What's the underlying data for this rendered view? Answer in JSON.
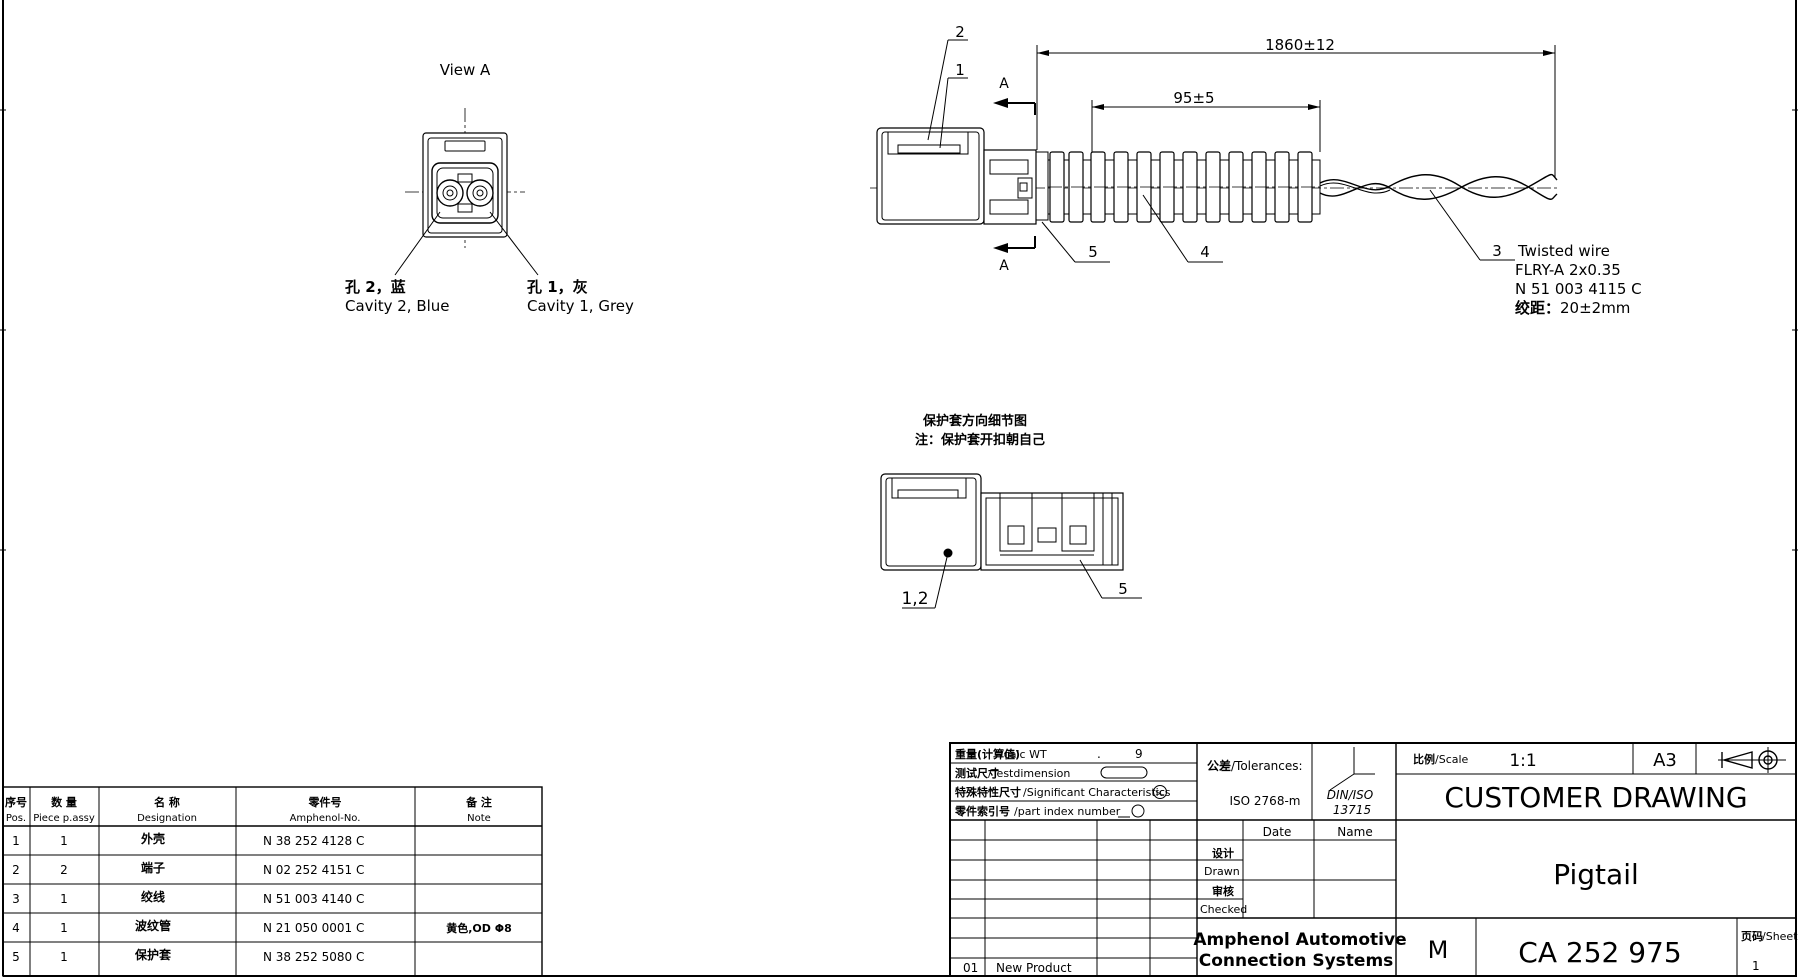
{
  "view_a": {
    "title": "View A",
    "cavity2_cn": "孔 2，蓝",
    "cavity2_en": "Cavity 2, Blue",
    "cavity1_cn": "孔 1，灰",
    "cavity1_en": "Cavity 1, Grey"
  },
  "side_view": {
    "section_label_top": "A",
    "section_label_bottom": "A",
    "dim_total": "1860±12",
    "dim_tube": "95±5",
    "balloons": [
      "1",
      "2",
      "3",
      "4",
      "5"
    ],
    "wire_title": "Twisted wire",
    "wire_spec": "FLRY-A 2x0.35",
    "wire_part": "N 51 003 4115 C",
    "wire_pitch_label": "绞距：",
    "wire_pitch_value": "20±2mm"
  },
  "detail_view": {
    "title_line1": "保护套方向细节图",
    "title_line2": "注：保护套开扣朝自己",
    "balloon_left": "1,2",
    "balloon_right": "5"
  },
  "bom": {
    "headers": [
      {
        "cn": "序号",
        "en": "Pos."
      },
      {
        "cn": "数 量",
        "en": "Piece p.assy"
      },
      {
        "cn": "名 称",
        "en": "Designation"
      },
      {
        "cn": "零件号",
        "en": "Amphenol-No."
      },
      {
        "cn": "备 注",
        "en": "Note"
      }
    ],
    "rows": [
      {
        "pos": "1",
        "qty": "1",
        "name": "外壳",
        "part": "N 38 252 4128 C",
        "note": ""
      },
      {
        "pos": "2",
        "qty": "2",
        "name": "端子",
        "part": "N 02 252 4151 C",
        "note": ""
      },
      {
        "pos": "3",
        "qty": "1",
        "name": "绞线",
        "part": "N 51 003 4140 C",
        "note": ""
      },
      {
        "pos": "4",
        "qty": "1",
        "name": "波纹管",
        "part": "N 21 050 0001 C",
        "note": "黄色,OD Φ8"
      },
      {
        "pos": "5",
        "qty": "1",
        "name": "保护套",
        "part": "N 38 252 5080 C",
        "note": ""
      }
    ]
  },
  "title_block": {
    "calc_wt_cn": "重量(计算值)",
    "calc_wt_en": "/calc WT",
    "calc_wt_value": "9",
    "calc_wt_dot": ".",
    "testdim_cn": "测试尺寸",
    "testdim_en": "/Testdimension",
    "sigchar_cn": "特殊特性尺寸",
    "sigchar_en": "/Significant Characteristics",
    "sigchar_symbol": "SC",
    "partindex_cn": "零件索引号",
    "partindex_en": "/part index number",
    "tolerances_cn": "公差",
    "tolerances_en": "/Tolerances:",
    "tolerances_value": "ISO 2768-m",
    "din_iso_1": "DIN/ISO",
    "din_iso_2": "13715",
    "scale_cn": "比例",
    "scale_en": "/Scale",
    "scale_value": "1:1",
    "format": "A3",
    "drawing_type": "CUSTOMER DRAWING",
    "date_header": "Date",
    "name_header": "Name",
    "drawn_cn": "设计",
    "drawn_en": "Drawn",
    "checked_cn": "审核",
    "checked_en": "Checked",
    "part_name": "Pigtail",
    "company_line1": "Amphenol Automotive",
    "company_line2": "Connection Systems",
    "revision": "M",
    "drawing_number": "CA 252 975",
    "sheet_cn": "页码",
    "sheet_en": "/Sheet",
    "sheet_value": "1",
    "change_index": "01",
    "change_text": "New Product"
  }
}
